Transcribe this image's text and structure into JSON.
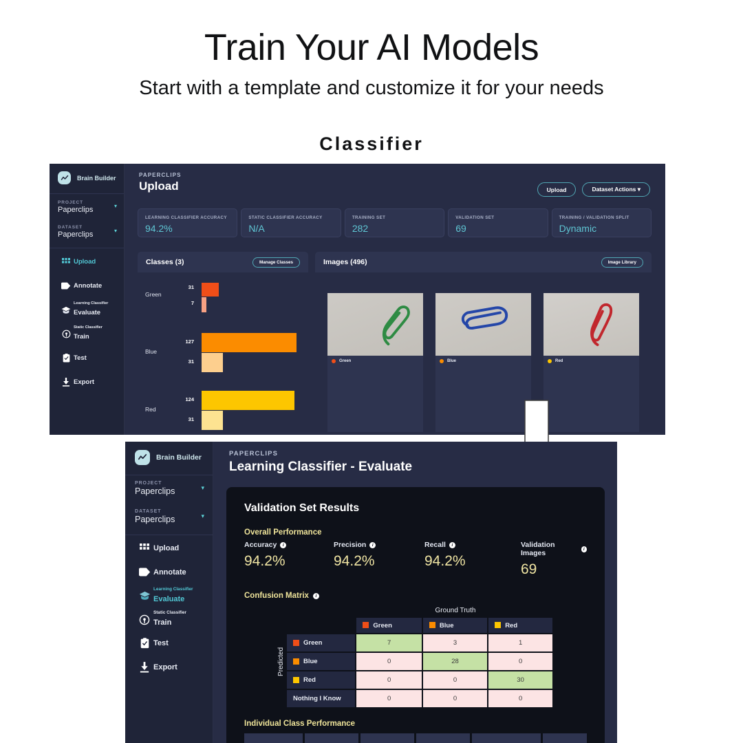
{
  "page": {
    "title": "Train Your AI Models",
    "subtitle": "Start with a template and customize it for your needs",
    "section": "Classifier"
  },
  "brand": {
    "name": "Brain Builder",
    "icon": "chart-line-icon"
  },
  "selectors": {
    "project": {
      "label": "PROJECT",
      "value": "Paperclips",
      "caret": "▾"
    },
    "dataset": {
      "label": "DATASET",
      "value": "Paperclips",
      "caret": "▾"
    }
  },
  "nav_top": [
    {
      "label": "Upload",
      "sup": "",
      "icon": "grid-icon",
      "active": true
    },
    {
      "label": "Annotate",
      "sup": "",
      "icon": "tag-icon",
      "active": false
    },
    {
      "label": "Evaluate",
      "sup": "Learning Classifier",
      "icon": "graduation-cap-icon",
      "active": false
    },
    {
      "label": "Train",
      "sup": "Static Classifier",
      "icon": "target-icon",
      "active": false
    },
    {
      "label": "Test",
      "sup": "",
      "icon": "clipboard-check-icon",
      "active": false
    },
    {
      "label": "Export",
      "sup": "",
      "icon": "download-icon",
      "active": false
    }
  ],
  "nav_bottom": [
    {
      "label": "Upload",
      "sup": "",
      "icon": "grid-icon",
      "active": false
    },
    {
      "label": "Annotate",
      "sup": "",
      "icon": "tag-icon",
      "active": false
    },
    {
      "label": "Evaluate",
      "sup": "Learning Classifier",
      "icon": "graduation-cap-icon",
      "active": true
    },
    {
      "label": "Train",
      "sup": "Static Classifier",
      "icon": "target-icon",
      "active": false
    },
    {
      "label": "Test",
      "sup": "",
      "icon": "clipboard-check-icon",
      "active": false
    },
    {
      "label": "Export",
      "sup": "",
      "icon": "download-icon",
      "active": false
    }
  ],
  "upload_screen": {
    "breadcrumb": "PAPERCLIPS",
    "title": "Upload",
    "buttons": {
      "upload": "Upload",
      "dataset_actions": "Dataset Actions ▾"
    },
    "stats": [
      {
        "key": "LEARNING CLASSIFIER ACCURACY",
        "value": "94.2%"
      },
      {
        "key": "STATIC CLASSIFIER ACCURACY",
        "value": "N/A"
      },
      {
        "key": "TRAINING SET",
        "value": "282"
      },
      {
        "key": "VALIDATION SET",
        "value": "69"
      },
      {
        "key": "TRAINING / VALIDATION SPLIT",
        "value": "Dynamic"
      }
    ],
    "classes_card": {
      "title": "Classes (3)",
      "button": "Manage Classes"
    },
    "images_card": {
      "title": "Images (496)",
      "button": "Image Library"
    },
    "thumbnails": [
      {
        "label": "Green",
        "dot": "#f04e18",
        "clip": "#2e8b43"
      },
      {
        "label": "Blue",
        "dot": "#fb8c00",
        "clip": "#2446a8"
      },
      {
        "label": "Red",
        "dot": "#fdc600",
        "clip": "#c1272d"
      }
    ]
  },
  "chart_data": {
    "type": "bar",
    "title": "Classes (3)",
    "orientation": "horizontal",
    "categories": [
      "Green",
      "Blue",
      "Red"
    ],
    "series": [
      {
        "name": "training",
        "values": [
          31,
          127,
          124
        ],
        "colors": [
          "#f04e18",
          "#fb8c00",
          "#fdc600"
        ]
      },
      {
        "name": "validation",
        "values": [
          7,
          31,
          31
        ],
        "colors": [
          "#f8a183",
          "#fdcf8e",
          "#fde391"
        ]
      }
    ],
    "xlabel": "",
    "ylabel": "",
    "xlim": [
      0,
      140
    ],
    "grid": false,
    "legend": "none"
  },
  "evaluate_screen": {
    "breadcrumb": "PAPERCLIPS",
    "title": "Learning Classifier - Evaluate",
    "results_title": "Validation Set Results",
    "overall_label": "Overall Performance",
    "metrics": [
      {
        "label": "Accuracy",
        "value": "94.2%",
        "info": "i"
      },
      {
        "label": "Precision",
        "value": "94.2%",
        "info": "i"
      },
      {
        "label": "Recall",
        "value": "94.2%",
        "info": "i"
      },
      {
        "label": "Validation Images",
        "value": "69",
        "info": "i"
      }
    ],
    "confusion_label": "Confusion Matrix",
    "individual_label": "Individual Class Performance"
  },
  "confusion_matrix": {
    "type": "table",
    "col_axis_title": "Ground Truth",
    "row_axis_title": "Predicted",
    "columns": [
      {
        "label": "Green",
        "color": "#f04e18"
      },
      {
        "label": "Blue",
        "color": "#fb8c00"
      },
      {
        "label": "Red",
        "color": "#fdc600"
      }
    ],
    "rows": [
      {
        "label": "Green",
        "color": "#f04e18",
        "values": [
          7,
          3,
          1
        ],
        "diag": 0
      },
      {
        "label": "Blue",
        "color": "#fb8c00",
        "values": [
          0,
          28,
          0
        ],
        "diag": 1
      },
      {
        "label": "Red",
        "color": "#fdc600",
        "values": [
          0,
          0,
          30
        ],
        "diag": 2
      },
      {
        "label": "Nothing I Know",
        "color": "",
        "values": [
          0,
          0,
          0
        ],
        "diag": -1
      }
    ]
  },
  "colors": {
    "app_bg": "#272c45",
    "sidebar_bg": "#1f2438",
    "card_bg": "#2e3450",
    "accent": "#52c9d6",
    "results_bg": "#0e1119",
    "gold": "#f0e5a3",
    "hit": "#c5e1a5",
    "miss": "#fce4e4"
  }
}
